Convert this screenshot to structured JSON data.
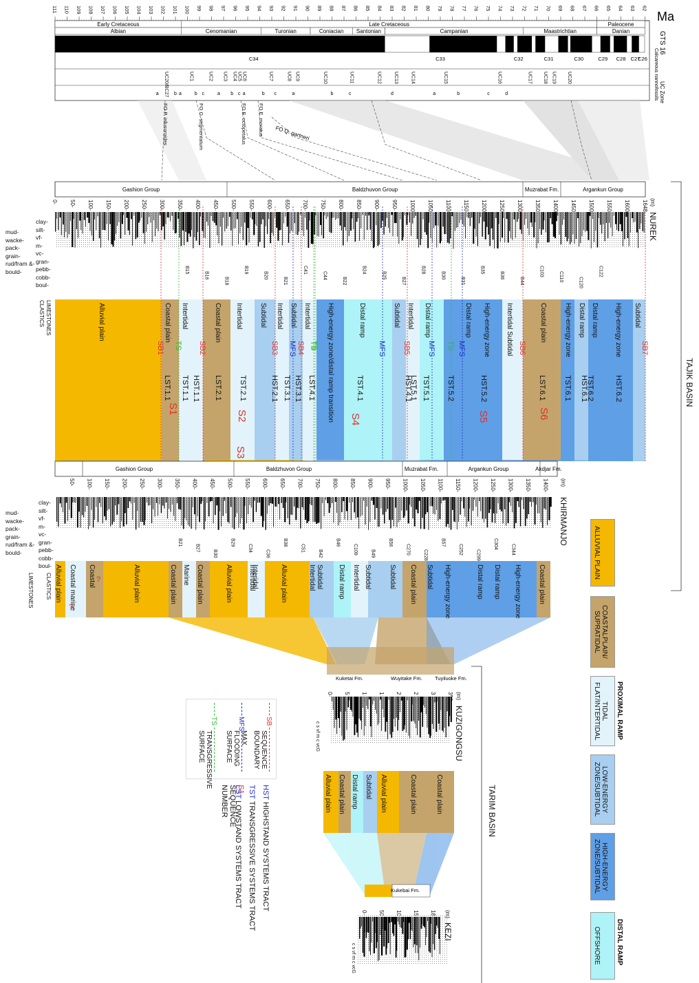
{
  "header": {
    "ma_label": "Ma",
    "gts_label": "GTS 16",
    "nanno_label": "Calcareous nannofossils",
    "uc_label": "UC Zone",
    "ages": [
      111,
      110,
      109,
      108,
      107,
      106,
      105,
      104,
      103,
      102,
      101,
      100,
      99,
      98,
      97,
      96,
      95,
      94,
      93,
      92,
      91,
      90,
      89,
      88,
      87,
      86,
      85,
      84,
      83,
      82,
      81,
      80,
      79,
      78,
      77,
      76,
      75,
      74,
      73,
      72,
      71,
      70,
      69,
      68,
      67,
      66,
      65,
      64,
      63,
      62
    ],
    "epochs": [
      "Early Cretaceous",
      "Late Cretaceous",
      "Paleocene"
    ],
    "stages": [
      "Albian",
      "Cenomanian",
      "Turonian",
      "Coniacian",
      "Santonian",
      "Campanian",
      "Maastrichtian",
      "Danian"
    ],
    "chrons": [
      "C34",
      "C33",
      "C32",
      "C31",
      "C30",
      "C29",
      "C28",
      "C27",
      "C26"
    ],
    "uc_zones": [
      "UC20/BC27",
      "UC1",
      "UC2",
      "UC3",
      "UC4",
      "UC5",
      "UC6",
      "UC7",
      "UC8",
      "UC9",
      "UC10",
      "UC11",
      "UC12",
      "UC13",
      "UC14",
      "UC15",
      "UC16",
      "UC17",
      "UC18",
      "UC19",
      "UC20"
    ],
    "sub_letters": [
      "a",
      "b",
      "a",
      "b",
      "c",
      "a",
      "b",
      "c",
      "a",
      "b",
      "c",
      "a",
      "b",
      "c",
      "d",
      "a",
      "b",
      "c",
      "d"
    ],
    "fo_markers": [
      "FO P. infusoroides",
      "FO G. segmentatum",
      "FO E. octopetalus",
      "FO E. moratus",
      "FO Q. gartneri"
    ]
  },
  "nurek": {
    "name": "NUREK",
    "unit": "(m)",
    "groups": [
      "Gashion Group",
      "Baldzhuvon Group",
      "Muzrabat Fm.",
      "Argankun Group"
    ],
    "depths": [
      "0",
      "50",
      "100",
      "150",
      "200",
      "250",
      "300",
      "350",
      "400",
      "450",
      "500",
      "550",
      "600",
      "650",
      "700",
      "750",
      "800",
      "850",
      "900",
      "950",
      "1000",
      "1050",
      "1100",
      "1150",
      "1200",
      "1250",
      "1300",
      "1350",
      "1400",
      "1450",
      "1500",
      "1550",
      "1600",
      "1648"
    ],
    "samples": [
      "B15",
      "B16",
      "B18",
      "B19",
      "B20",
      "B21",
      "C41",
      "C44",
      "B22",
      "B24",
      "B25",
      "B27",
      "B28",
      "B30",
      "B31",
      "B35",
      "B36",
      "B44",
      "C103",
      "C110",
      "C120",
      "C122"
    ],
    "facies": [
      "Alluvial plain",
      "Coastal plain",
      "Intertidal",
      "Coastal plain",
      "Intertidal",
      "Subtidal",
      "Intertidal",
      "Subtidal",
      "Intertidal",
      "High-energy zone/distal ramp transition",
      "Distal ramp",
      "Subtidal",
      "Intertidal",
      "Distal ramp",
      "Distal ramp",
      "High-energy zone",
      "Intertidal Subtidal",
      "Coastal plain",
      "High-energy zone",
      "Distal ramp",
      "Distal ramp",
      "High-energy zone",
      "Subtidal"
    ],
    "surfaces": [
      "SB1",
      "TS",
      "SB2",
      "SB3",
      "TS",
      "SB4",
      "MFS",
      "TS",
      "MFS",
      "SB5",
      "MFS",
      "TS",
      "MFS",
      "SB6",
      "SB7"
    ],
    "tracts": [
      "LST.1.1",
      "TST.1.1",
      "HST.1.1",
      "LST.2.1",
      "TST.2.1",
      "HST.2.1",
      "TST.3.1",
      "HST.3.1",
      "LST.4.1",
      "TST.4.1",
      "HST.4.1",
      "LST.5.1",
      "TST.5.1",
      "TST.5.2",
      "HST.5.2",
      "LST.6.1",
      "TST.6.1",
      "HST.6.1",
      "TST.6.2",
      "HST.6.2"
    ],
    "sequences": [
      "S1",
      "S2",
      "S3",
      "S4",
      "S5",
      "S6"
    ]
  },
  "khirmanjo": {
    "name": "KHIRMANJO",
    "unit": "(m)",
    "groups": [
      "Gashion Group",
      "Baldzhuvon Group",
      "Muzrabat Fm.",
      "Argankun Group",
      "Akdjar Fm."
    ],
    "depths": [
      "50",
      "100",
      "150",
      "200",
      "250",
      "300",
      "350",
      "400",
      "450",
      "500",
      "550",
      "600",
      "650",
      "700",
      "750",
      "800",
      "850",
      "900",
      "950",
      "1000",
      "1050",
      "1100",
      "1150",
      "1200",
      "1250",
      "1300",
      "1350",
      "1400"
    ],
    "samples": [
      "B21",
      "B27",
      "B30",
      "B29",
      "C34",
      "C36",
      "B38",
      "C51",
      "B42",
      "B46",
      "C109",
      "B49",
      "B56",
      "C270",
      "C228",
      "B57",
      "C252",
      "C299",
      "C304",
      "C344"
    ],
    "facies": [
      "Alluvial plain",
      "Coastal marine",
      "Coastal",
      "Alluvial plain",
      "Coastal plain",
      "Marine",
      "Coastal plain",
      "Alluvial plain",
      "Intertidal",
      "Interidal",
      "Alluvial plain",
      "Subtidal",
      "Intertidal",
      "Distal ramp",
      "Intertidal",
      "Subtidal",
      "Subtidal",
      "Coastal plain",
      "Subtidal",
      "High-energy zone",
      "Distal ramp",
      "Distal ramp",
      "High-energy zone",
      "Coastal plain"
    ],
    "question": "?"
  },
  "kuzigongsu": {
    "name": "KUZIGONGSU",
    "unit": "(m)",
    "formations": [
      "Kuketai Fm.",
      "Wuyitake Fm.",
      "Tuyiluoke Fm."
    ],
    "depths": [
      "0",
      "50",
      "100",
      "150",
      "200",
      "250",
      "300",
      "350"
    ],
    "facies": [
      "Alluvial plain",
      "Coastal plain",
      "Distal ramp",
      "Subtidal",
      "Alluvial plain",
      "Coastal plain",
      "Coastal plain"
    ]
  },
  "kezi": {
    "name": "KEZI",
    "unit": "(m)",
    "formations": [
      "Kukebai Fm."
    ],
    "depths": [
      "0",
      "50",
      "100",
      "150",
      "180"
    ]
  },
  "grain_axis": [
    "clay",
    "silt",
    "vf",
    "m",
    "vc",
    "gran",
    "pebb",
    "cobb",
    "boul"
  ],
  "carb_axis": [
    "mud",
    "wacke",
    "pack",
    "grain",
    "rud/fram &",
    "bould"
  ],
  "kz_axis": "c s vf m c vcG",
  "basin_labels": {
    "tajik": "TAJIK BASIN",
    "tarim": "TARIM BASIN"
  },
  "col_labels": {
    "limestones": "LIMESTONES",
    "clastics": "CLASTICS"
  },
  "legend_env": [
    {
      "label": "ALLUVIAL PLAIN",
      "color": "#f5b800"
    },
    {
      "label": "COASTALPLAIN/ SUPRATIDAL",
      "color": "#c4a46b"
    },
    {
      "label": "TIDAL FLAT/INTERTIDAL",
      "color": "#e3f3fb"
    },
    {
      "label": "LOW-ENERGY ZONE/SUBTIDAL",
      "color": "#a8cff0"
    },
    {
      "label": "HIGH-ENERGY ZONE/SUBTIDAL",
      "color": "#5f9fe6"
    },
    {
      "label": "OFFSHORE",
      "color": "#aef3f7"
    }
  ],
  "legend_groups": [
    "PROXIMAL RAMP",
    "DISTAL RAMP"
  ],
  "legend_lines": [
    {
      "code": "SB",
      "text": "SEQUENCE BOUNDARY",
      "color": "#e0302a"
    },
    {
      "code": "MFS",
      "text": "MAX FLOODING SURFACE",
      "color": "#1d2fc4"
    },
    {
      "code": "TS",
      "text": "TRANSGRESSIVE SURFACE",
      "color": "#2dbd2d"
    }
  ],
  "legend_abbr": [
    {
      "code": "HST",
      "text": "HIGHSTAND SYSTEMS TRACT"
    },
    {
      "code": "TST",
      "text": "TRANSGRESSIVE SYSTEMS TRACT"
    },
    {
      "code": "LST",
      "text": "LOWSTAND SYSTEMS TRACT"
    },
    {
      "code": "S1",
      "text": "SEQUENCE NUMBER"
    }
  ]
}
